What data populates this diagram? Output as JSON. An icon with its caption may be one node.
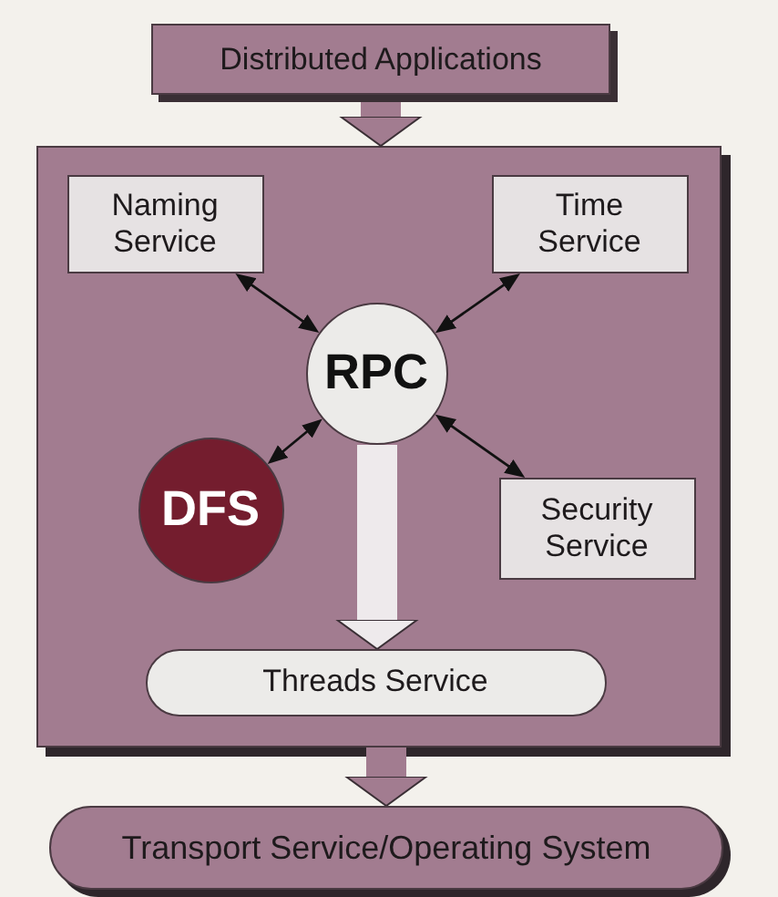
{
  "diagram": {
    "nodes": [
      {
        "text": [
          "Distributed Applications"
        ]
      },
      {
        "text": [],
        "shape": "box"
      },
      {
        "text": [
          "Naming Service"
        ],
        "in": 1
      },
      {
        "text": [
          "Time Service"
        ],
        "in": 1
      },
      {
        "text": [
          "RPC"
        ],
        "in": 1
      },
      {
        "text": [
          "DFS"
        ],
        "in": 1
      },
      {
        "text": [
          "Security Service"
        ],
        "in": 1
      },
      {
        "text": [
          "Threads Service"
        ],
        "in": 1
      },
      {
        "text": [
          "Transport Service/Operating System"
        ]
      }
    ],
    "edges": [
      {
        "from": 0,
        "to": 1,
        "arrow": "to",
        "style": "thick",
        "color": "#a27c90"
      },
      {
        "from": 2,
        "to": 4,
        "arrow": "both"
      },
      {
        "from": 3,
        "to": 4,
        "arrow": "both"
      },
      {
        "from": 5,
        "to": 4,
        "arrow": "both"
      },
      {
        "from": 6,
        "to": 4,
        "arrow": "both"
      },
      {
        "from": 4,
        "to": 7,
        "arrow": "to",
        "style": "thick",
        "color": "#eeeaec"
      },
      {
        "from": 1,
        "to": 8,
        "arrow": "to",
        "style": "thick",
        "color": "#a27c90"
      }
    ]
  }
}
